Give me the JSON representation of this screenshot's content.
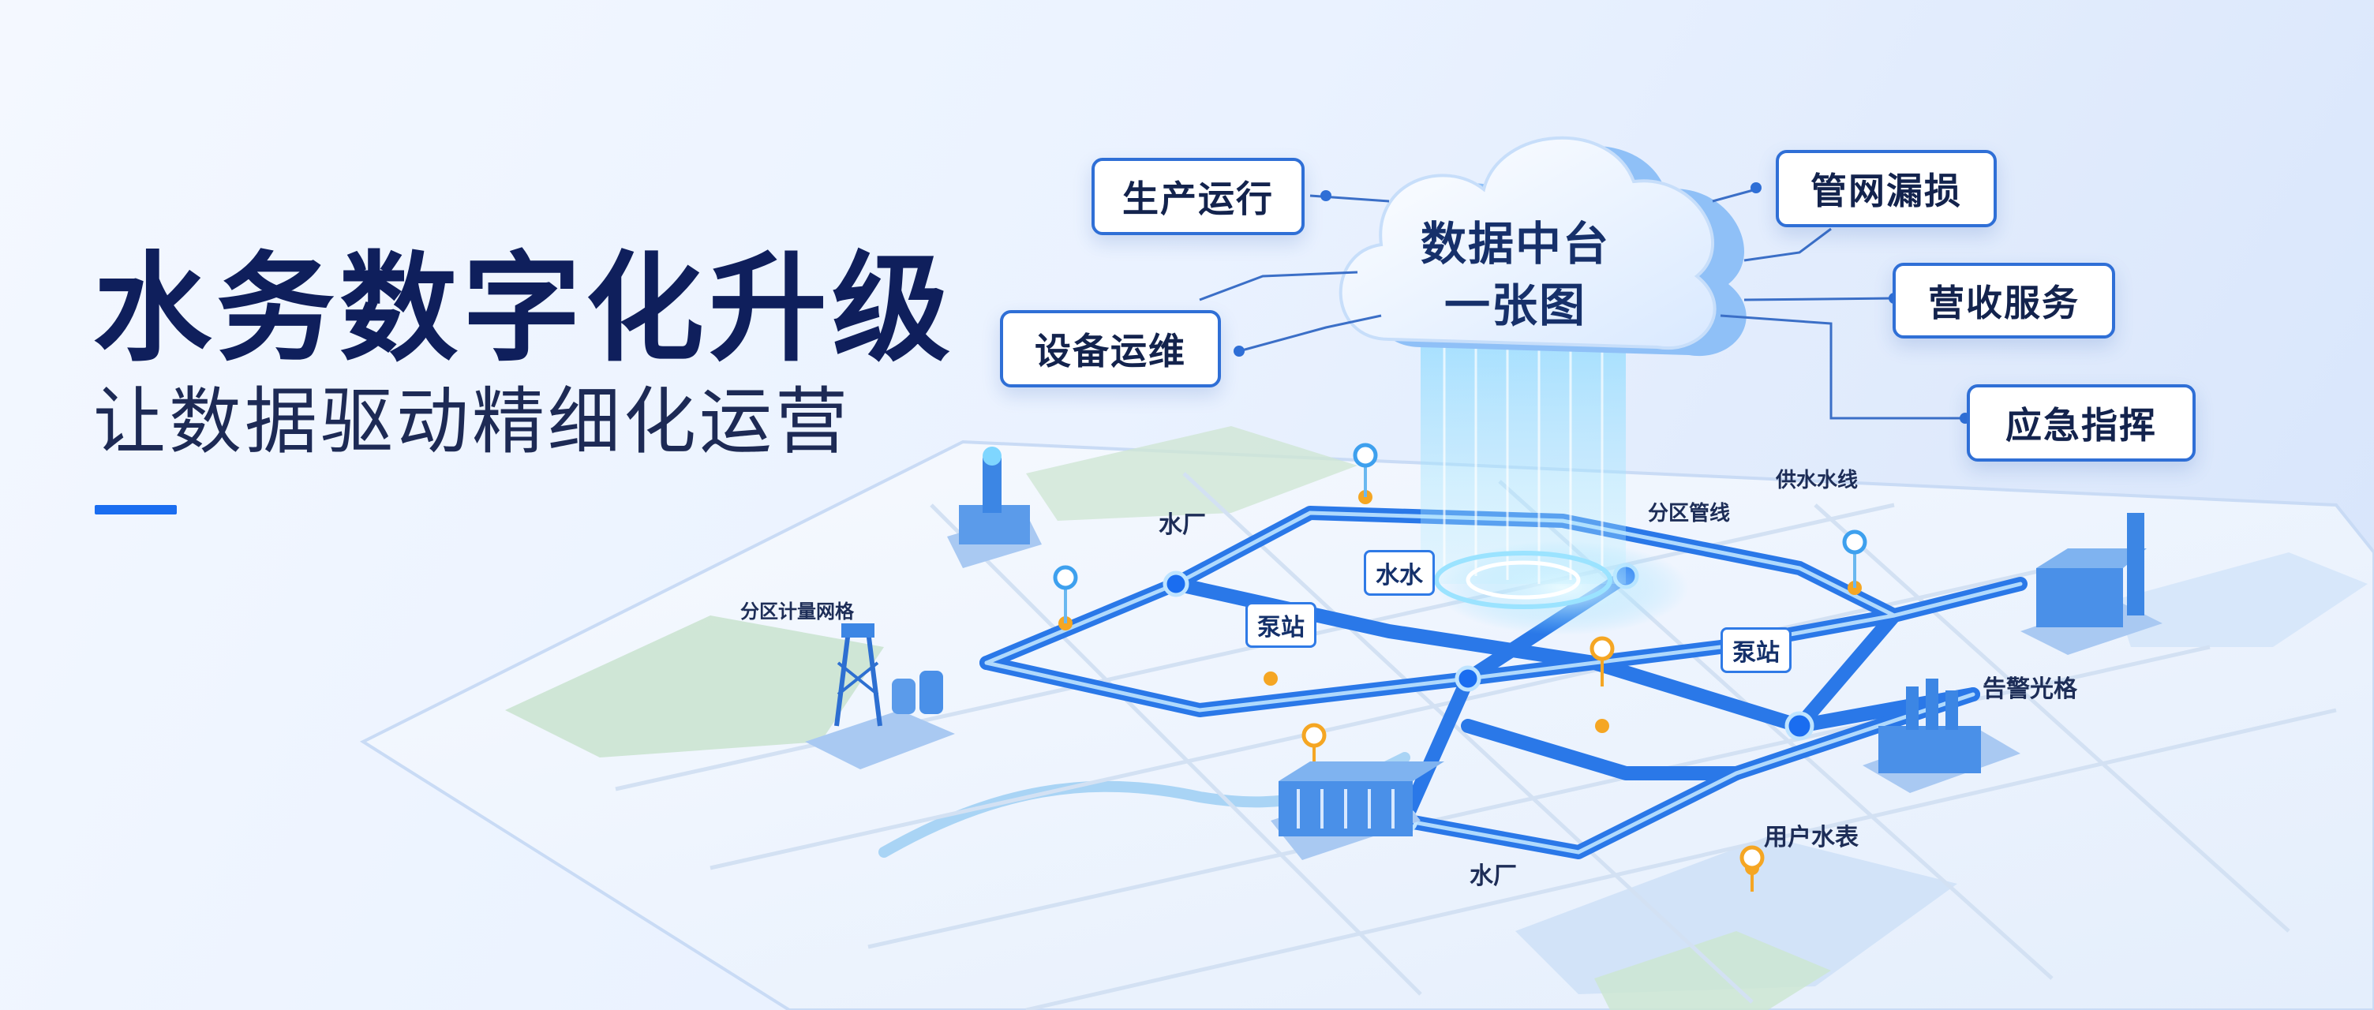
{
  "hero": {
    "title": "水务数字化升级",
    "subtitle": "让数据驱动精细化运营"
  },
  "cloud": {
    "line1": "数据中台",
    "line2": "一张图"
  },
  "callouts": {
    "production": "生产运行",
    "equipment": "设备运维",
    "leakage": "管网漏损",
    "billing": "营收服务",
    "emergency": "应急指挥"
  },
  "map_labels": {
    "water_plant_top": "水厂",
    "water_plant_bottom": "水厂",
    "district_metering": "分区计量网格",
    "district_pipes": "分区管线",
    "supply_line": "供水水线",
    "alarm_grid": "告警光格",
    "user_meter": "用户水表",
    "pump_station_left": "泵站",
    "pump_station_right": "泵站",
    "water_badge": "水水"
  },
  "colors": {
    "title": "#0f1f5c",
    "accent": "#1a6df0",
    "pipe": "#2a78e8",
    "marker": "#f5a623"
  }
}
